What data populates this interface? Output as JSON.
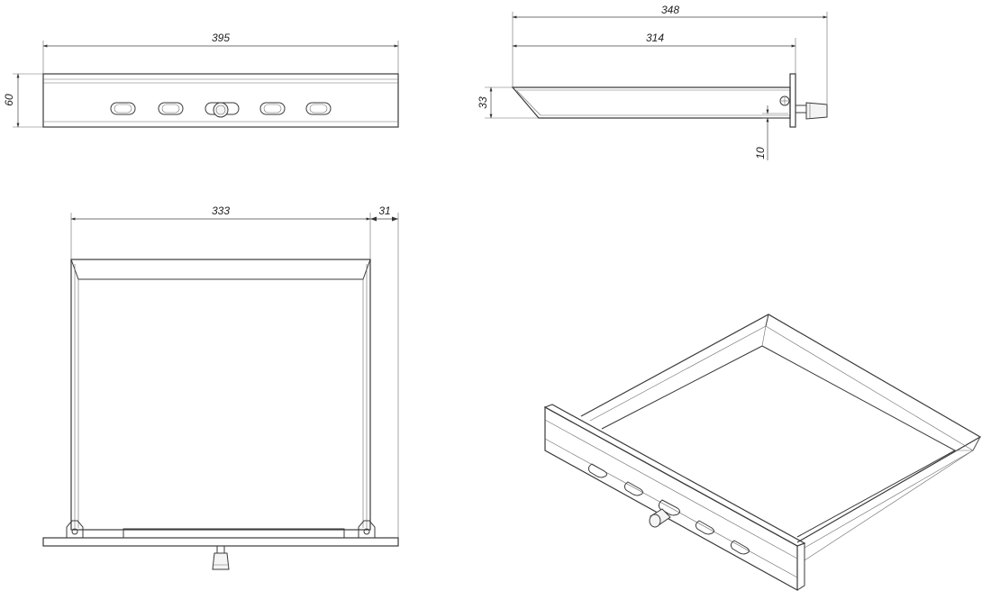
{
  "dimensions": {
    "front_width": "395",
    "front_height": "60",
    "side_total_length": "348",
    "side_inner_length": "314",
    "side_height": "33",
    "side_offset": "10",
    "top_inner_width": "333",
    "top_edge": "31"
  },
  "views": [
    "front-view",
    "side-view",
    "top-view",
    "isometric-view"
  ]
}
